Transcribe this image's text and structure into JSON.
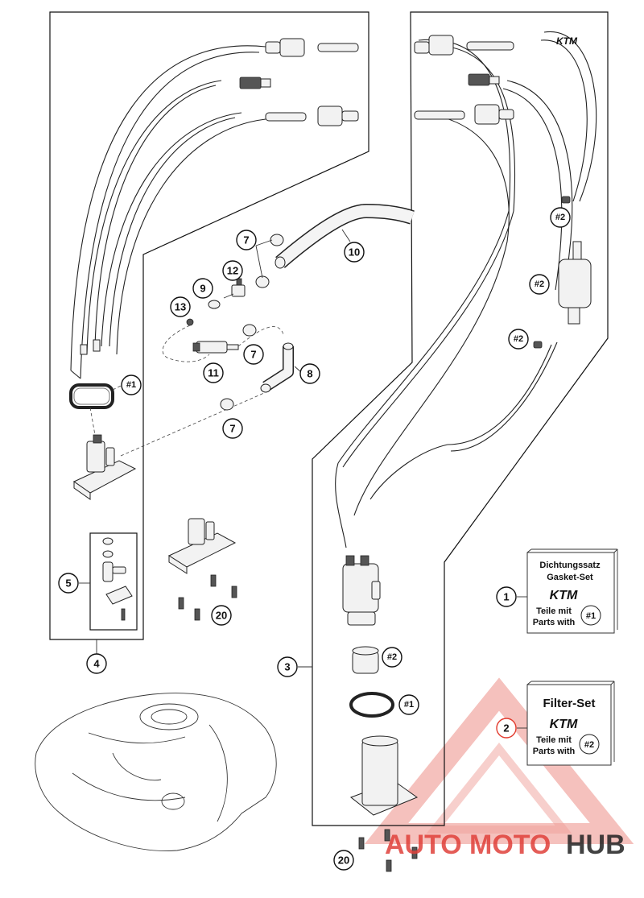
{
  "callouts": {
    "c1": "1",
    "c2": "2",
    "c3": "3",
    "c4": "4",
    "c5": "5",
    "c7a": "7",
    "c7b": "7",
    "c7c": "7",
    "c8": "8",
    "c9": "9",
    "c10": "10",
    "c11": "11",
    "c12": "12",
    "c13": "13",
    "c20a": "20",
    "c20b": "20",
    "h1a": "#1",
    "h1b": "#1",
    "h2a": "#2",
    "h2b": "#2",
    "h2c": "#2",
    "h2d": "#2"
  },
  "gasket_kit": {
    "title_de": "Dichtungssatz",
    "title_en": "Gasket-Set",
    "brand": "KTM",
    "line1": "Teile mit",
    "line2": "Parts with",
    "ref": "#1"
  },
  "filter_kit": {
    "title": "Filter-Set",
    "brand": "KTM",
    "line1": "Teile mit",
    "line2": "Parts with",
    "ref": "#2"
  },
  "watermark": {
    "auto": "AUTO",
    "moto": "MOTO",
    "hub": "HUB"
  },
  "colors": {
    "line": "#111111",
    "watermark_red": "#e0403a",
    "watermark_dark": "#222222",
    "highlight_circle": "#e23b2e"
  }
}
